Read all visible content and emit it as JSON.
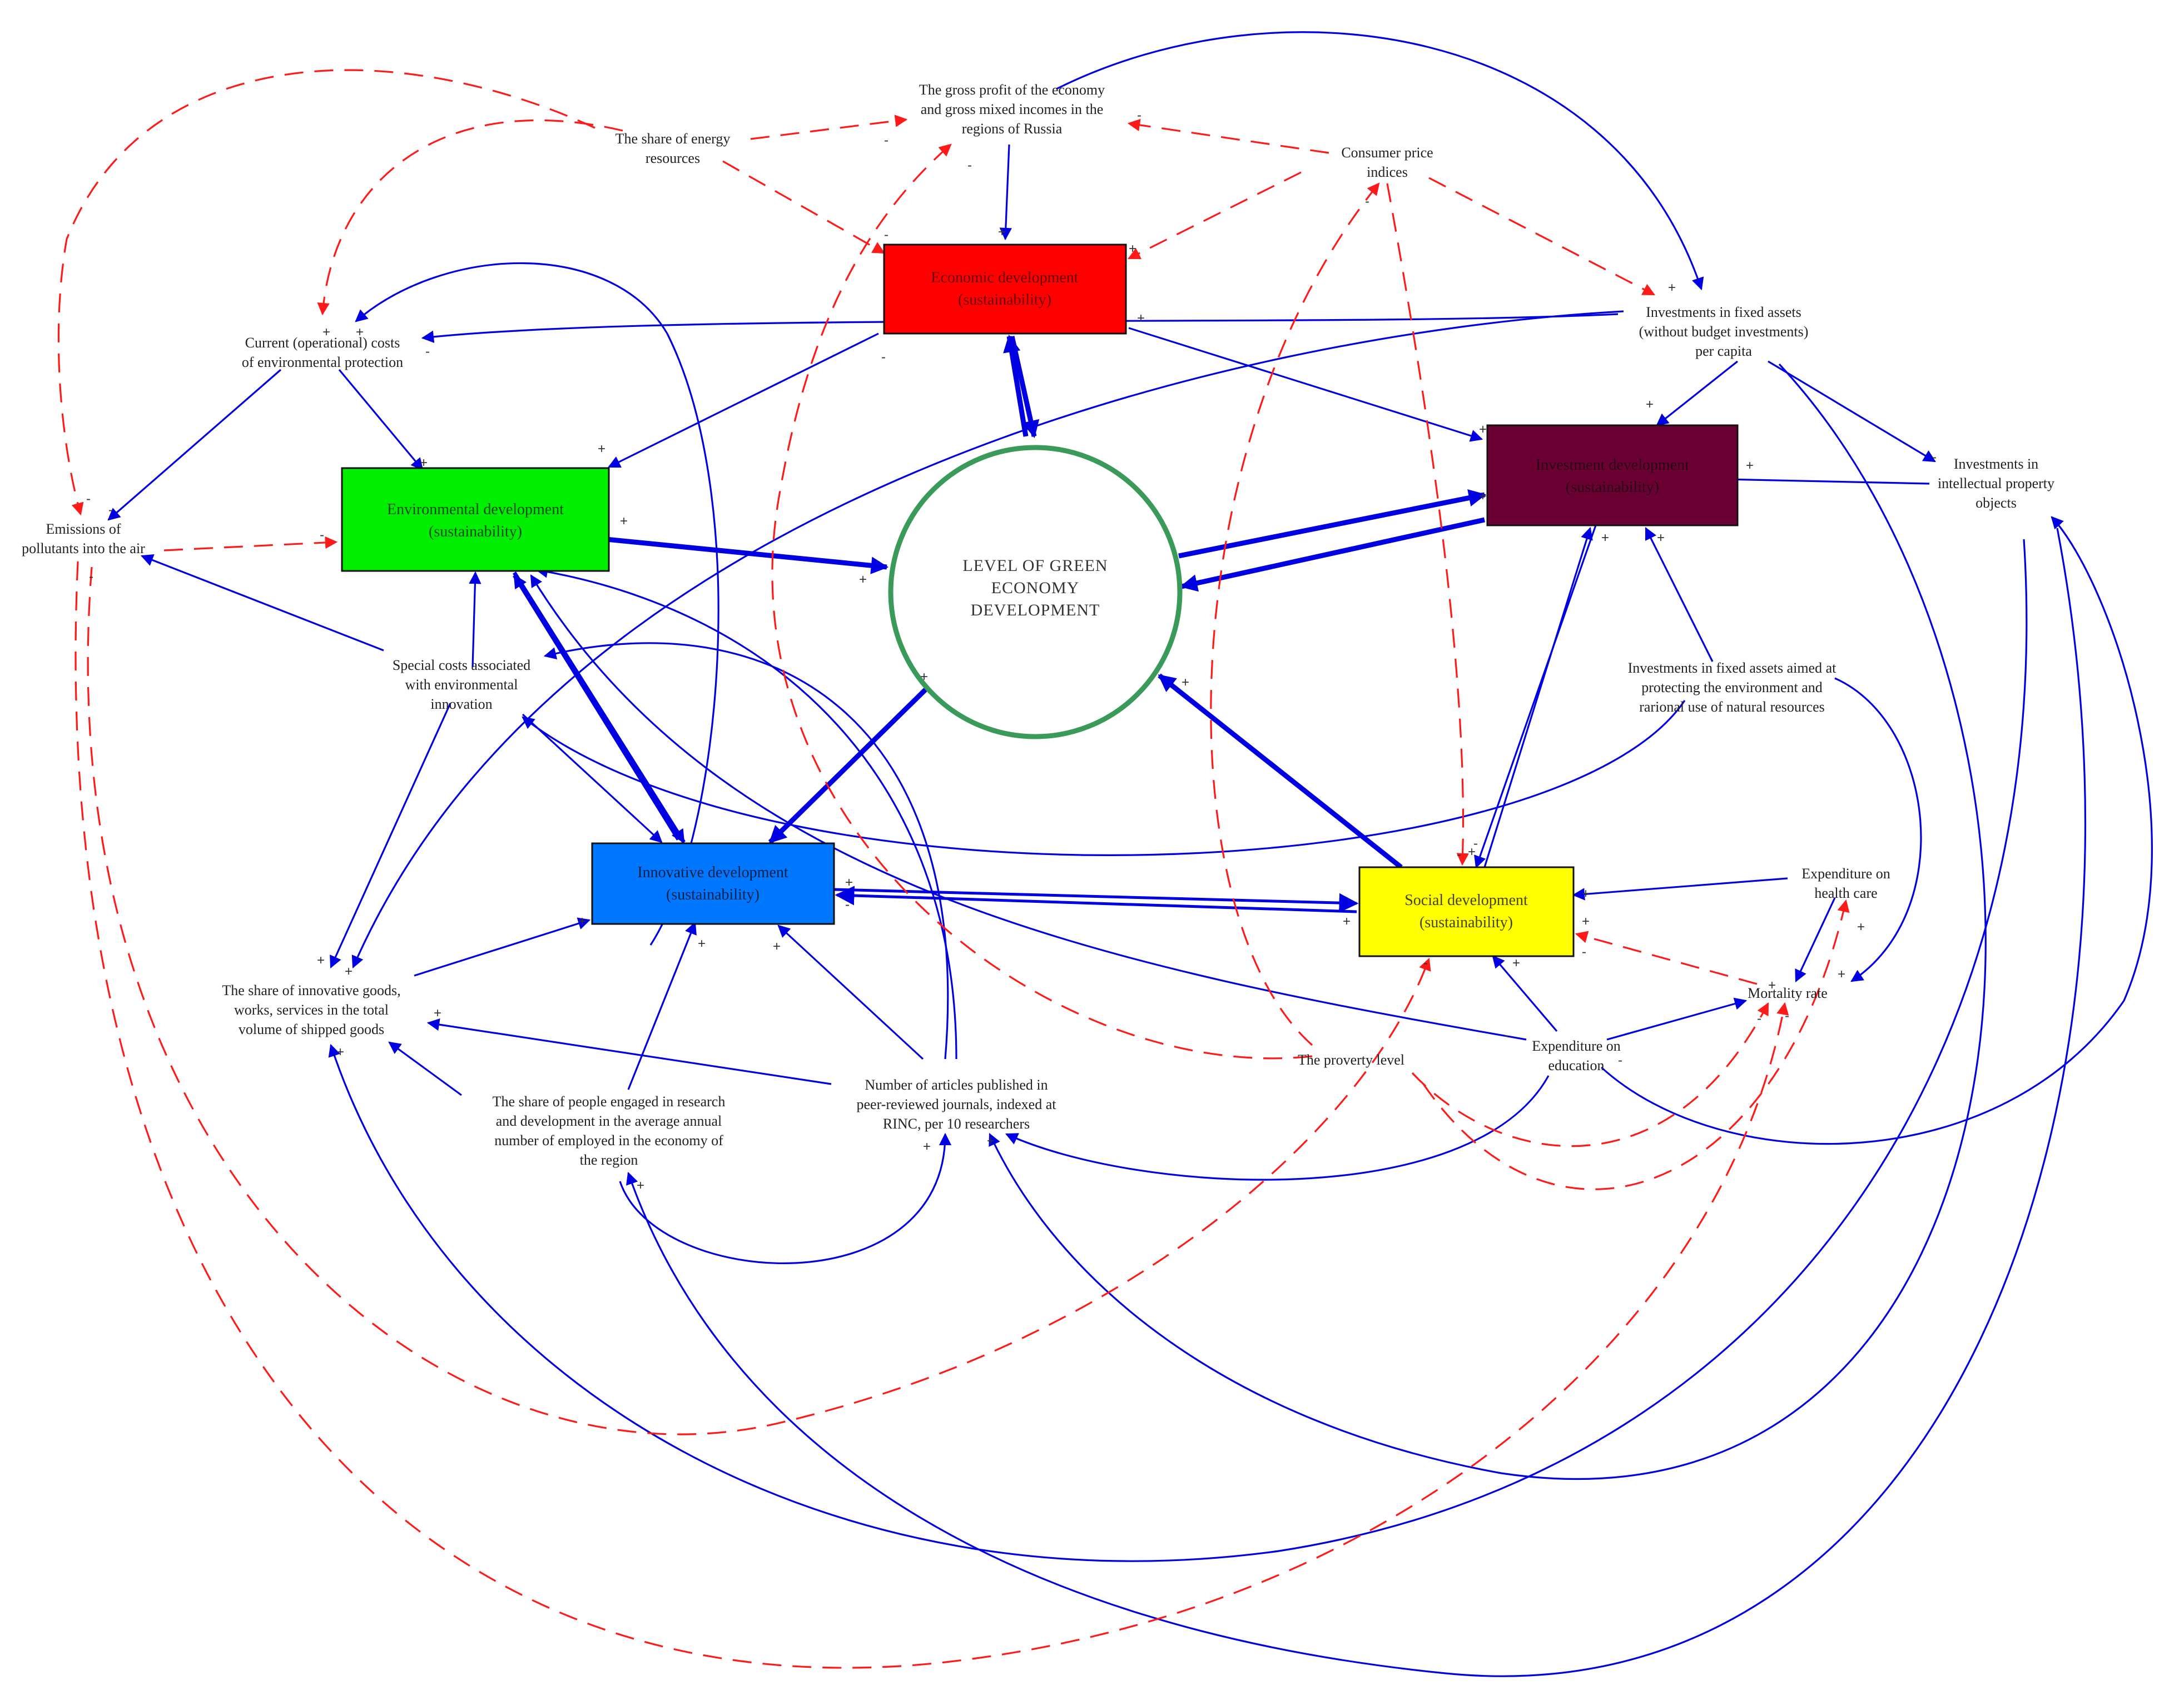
{
  "center": {
    "lines": [
      "LEVEL OF GREEN",
      "ECONOMY",
      "DEVELOPMENT"
    ],
    "color": "#3a9a5a"
  },
  "boxes": {
    "economic": {
      "lines": [
        "Economic development",
        "(sustainability)"
      ],
      "color": "#ff0000"
    },
    "environmental": {
      "lines": [
        "Environmental development",
        "(sustainability)"
      ],
      "color": "#00ee00"
    },
    "investment": {
      "lines": [
        "Investment development",
        "(sustainability)"
      ],
      "color": "#6b0033"
    },
    "innovative": {
      "lines": [
        "Innovative development",
        "(sustainability)"
      ],
      "color": "#0077ff"
    },
    "social": {
      "lines": [
        "Social development",
        "(sustainability)"
      ],
      "color": "#ffff00"
    }
  },
  "variables": {
    "gross_profit": [
      "The gross profit of the economy",
      "and gross mixed incomes in the",
      "regions of Russia"
    ],
    "energy_share": [
      "The share of energy",
      "resources"
    ],
    "consumer_price": [
      "Consumer price",
      "indices"
    ],
    "current_costs": [
      "Current (operational) costs",
      "of environmental protection"
    ],
    "emissions": [
      "Emissions of",
      "pollutants into the air"
    ],
    "fixed_assets": [
      "Investments in fixed assets",
      "(without budget investments)",
      "per capita"
    ],
    "ip_investments": [
      "Investments in",
      "intellectual property",
      "objects"
    ],
    "special_costs": [
      "Special costs associated",
      "with environmental",
      "innovation"
    ],
    "fixed_assets_env": [
      "Investments in fixed assets aimed at",
      "protecting the environment and",
      "rarional use of natural resources"
    ],
    "innovative_goods": [
      "The share of innovative goods,",
      "works, services in the total",
      "volume of shipped goods"
    ],
    "rnd_share": [
      "The share of people engaged in research",
      "and development in the average annual",
      "number of employed in the economy of",
      "the region"
    ],
    "articles": [
      "Number of articles published in",
      "peer-reviewed journals, indexed at",
      "RINC, per 10 researchers"
    ],
    "health_care": [
      "Expenditure on",
      "health care"
    ],
    "mortality": [
      "Mortality rate"
    ],
    "poverty": [
      "The proverty level"
    ],
    "education": [
      "Expenditure on",
      "education"
    ]
  },
  "legend_colors": {
    "positive_link": "#0000e0",
    "negative_link": "#ff1a1a"
  },
  "link_signs": {
    "plus": "+",
    "minus": "-"
  }
}
